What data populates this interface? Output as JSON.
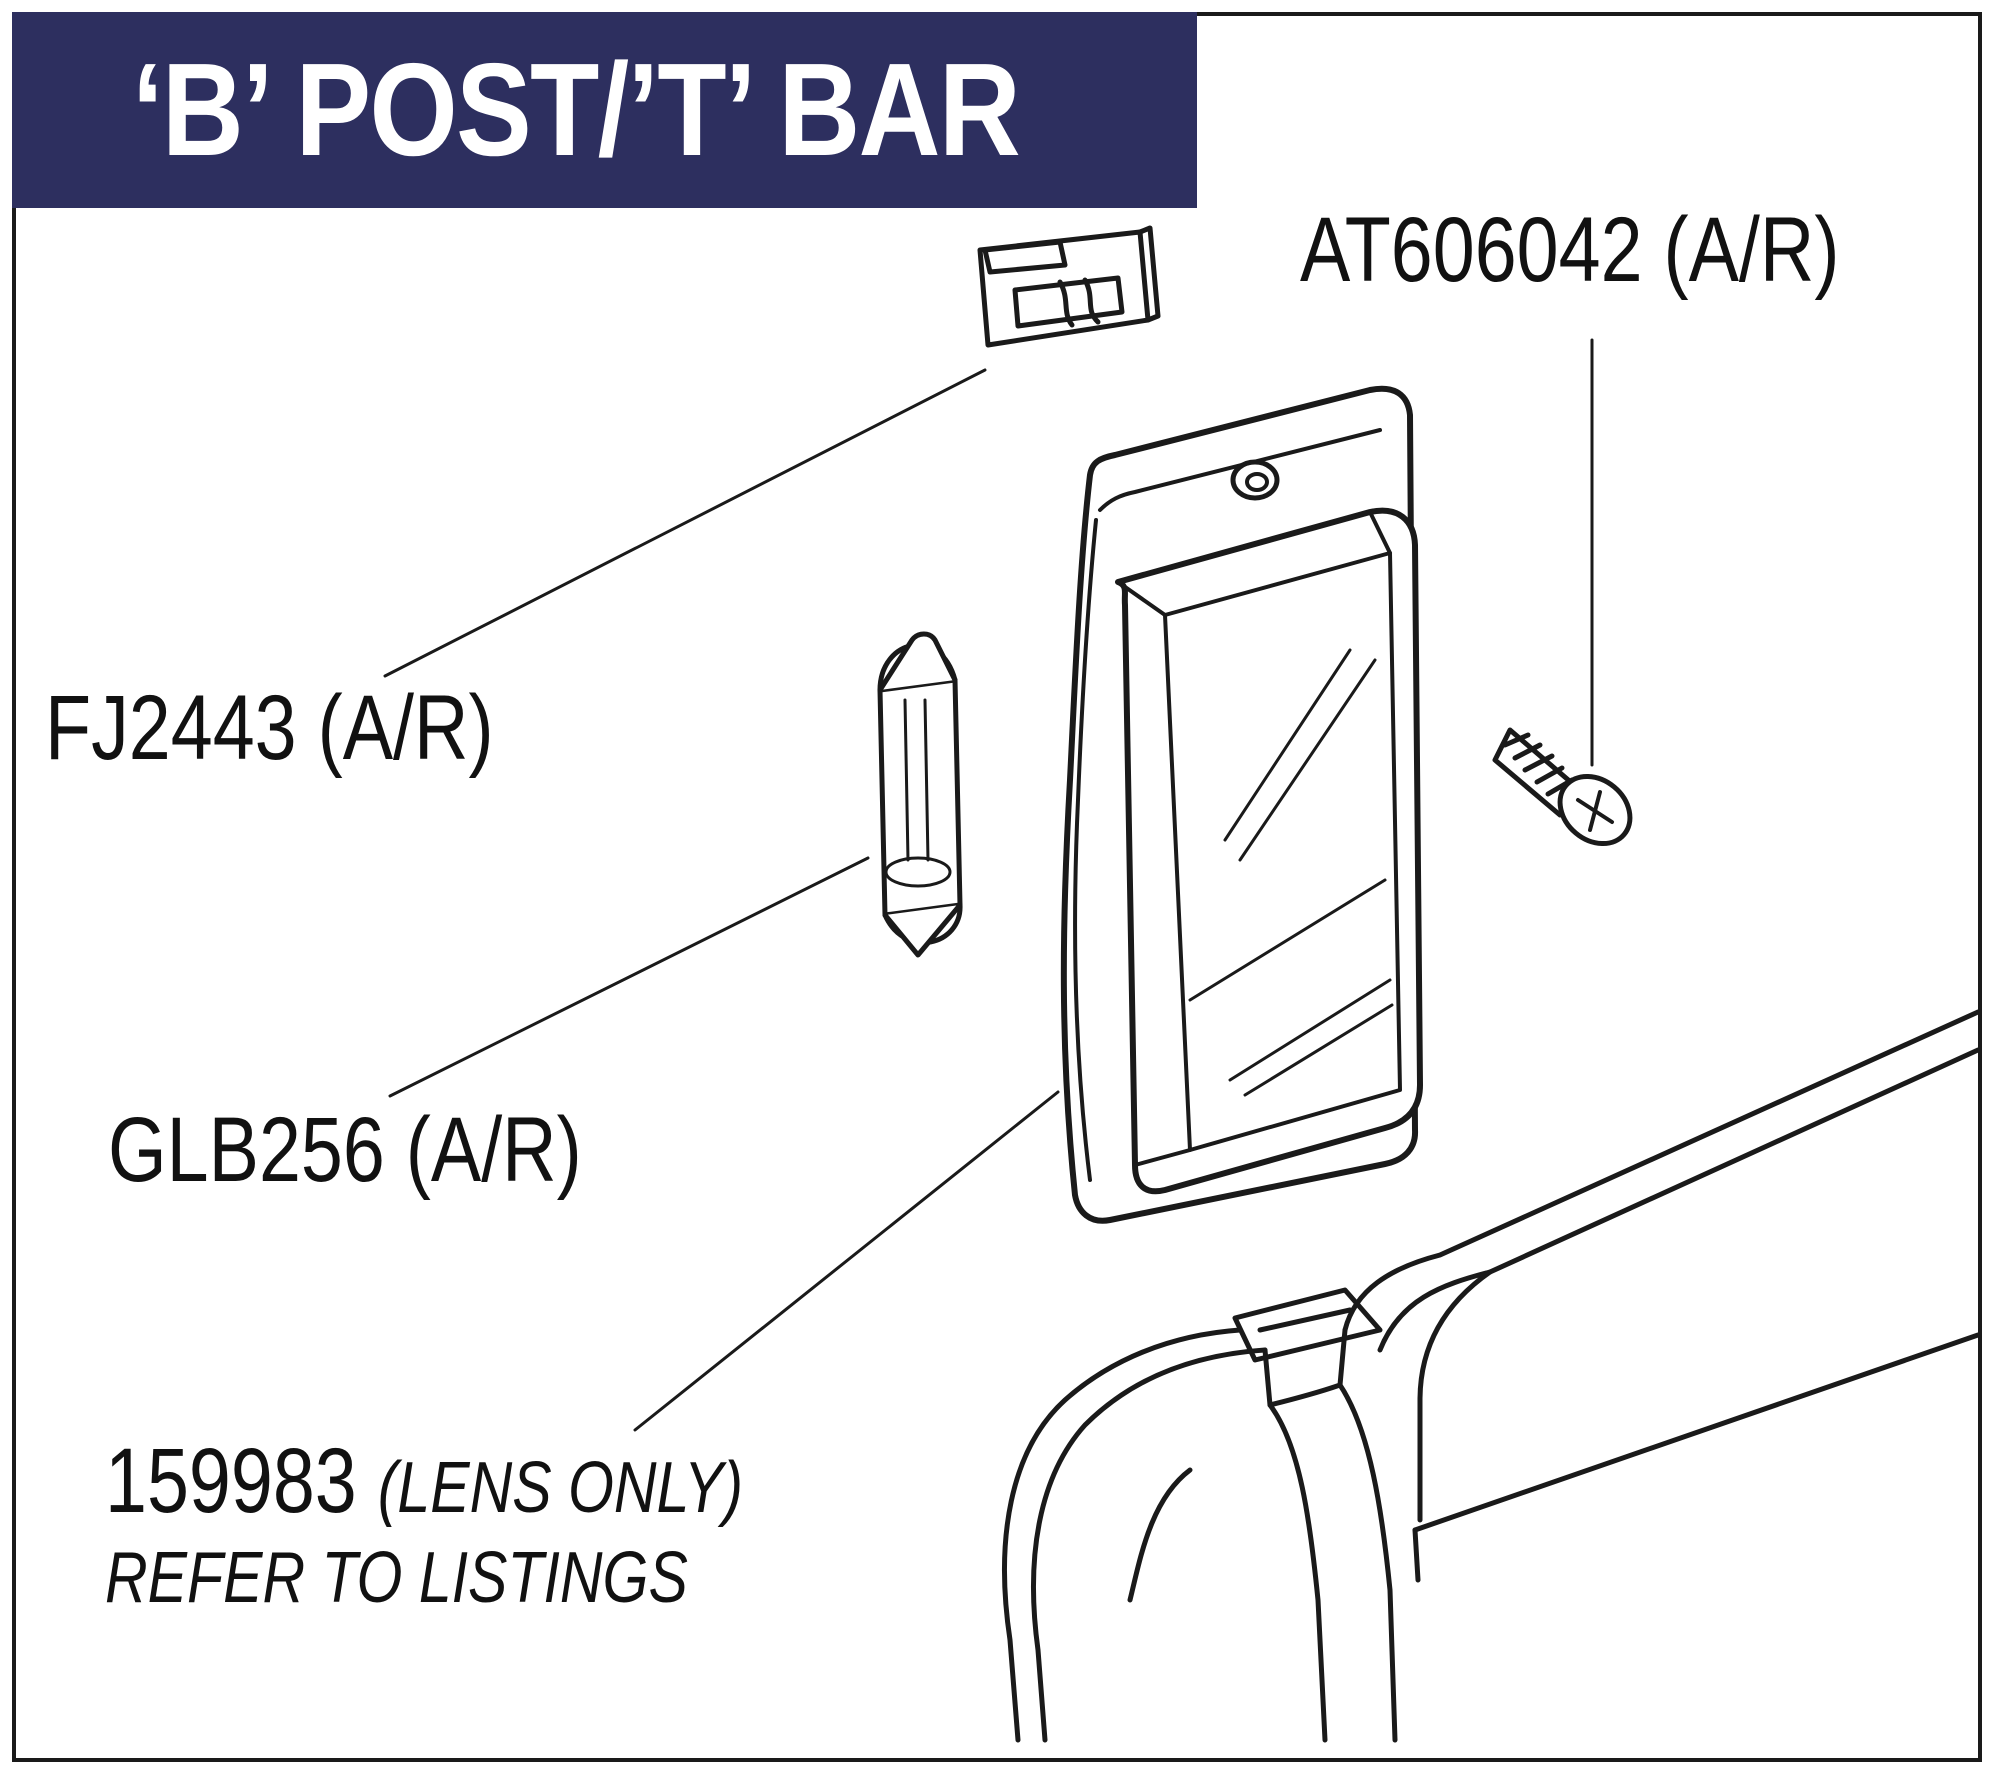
{
  "title": "‘B’ POST/’T’ BAR",
  "labels": {
    "screw_part": "AT606042 (A/R)",
    "clip_part": "FJ2443 (A/R)",
    "bulb_part": "GLB256 (A/R)",
    "lens_part_number": "159983",
    "lens_part_note": "(LENS ONLY)",
    "lens_part_refer": "REFER TO LISTINGS"
  },
  "colors": {
    "title_background": "#2d2f5f",
    "title_text": "#ffffff",
    "line_art": "#1a1a1a"
  }
}
